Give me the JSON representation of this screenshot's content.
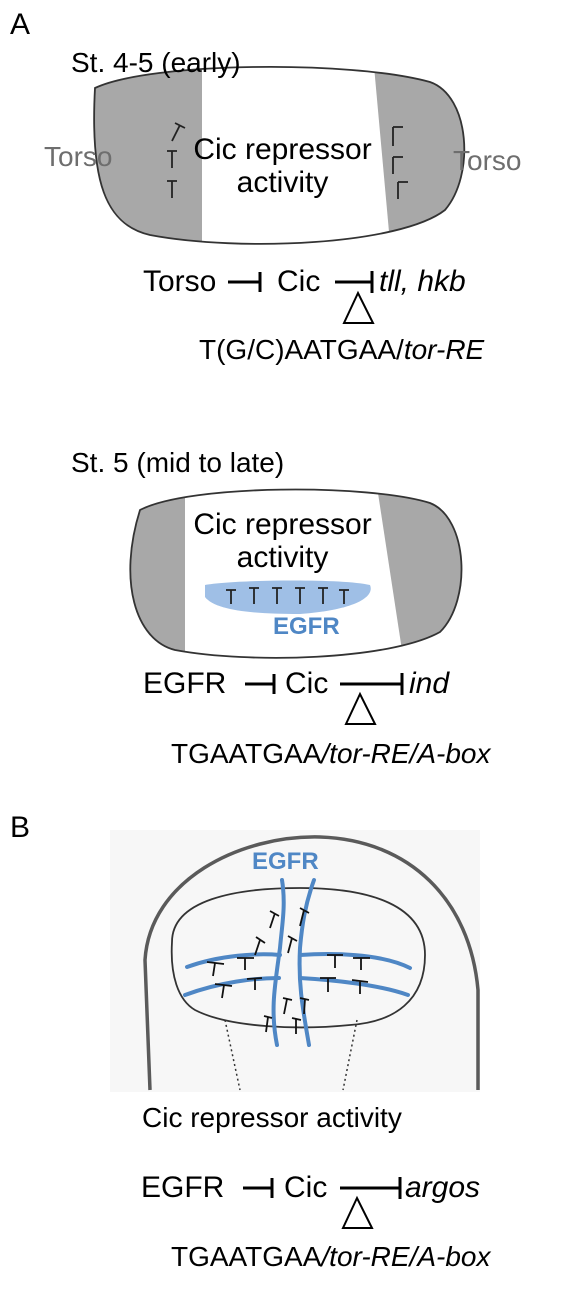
{
  "panel_a": {
    "label": "A",
    "early": {
      "stage": "St. 4-5 (early)",
      "torso_left": "Torso",
      "torso_right": "Torso",
      "activity_line1": "Cic repressor",
      "activity_line2": "activity",
      "pathway": {
        "signal": "Torso",
        "mediator": "Cic",
        "targets": "tll, hkb"
      },
      "motif": {
        "plain": "T(G/C)AATGAA/",
        "italic": "tor-RE"
      }
    },
    "late": {
      "stage": "St. 5 (mid to late)",
      "activity_line1": "Cic repressor",
      "activity_line2": "activity",
      "egfr": "EGFR",
      "pathway": {
        "signal": "EGFR",
        "mediator": "Cic",
        "targets": "ind"
      },
      "motif": {
        "plain": "TGAATGAA",
        "italic": "/tor-RE/A-box"
      }
    }
  },
  "panel_b": {
    "label": "B",
    "egfr": "EGFR",
    "activity": "Cic repressor activity",
    "pathway": {
      "signal": "EGFR",
      "mediator": "Cic",
      "targets": "argos"
    },
    "motif": {
      "plain": "TGAATGAA",
      "italic": "/tor-RE/A-box"
    }
  },
  "colors": {
    "torso_gray": "#a8a8a8",
    "egfr_blue": "#4f87c5",
    "egfr_band": "#9fbfe6",
    "label_gray": "#6e6e6e"
  }
}
